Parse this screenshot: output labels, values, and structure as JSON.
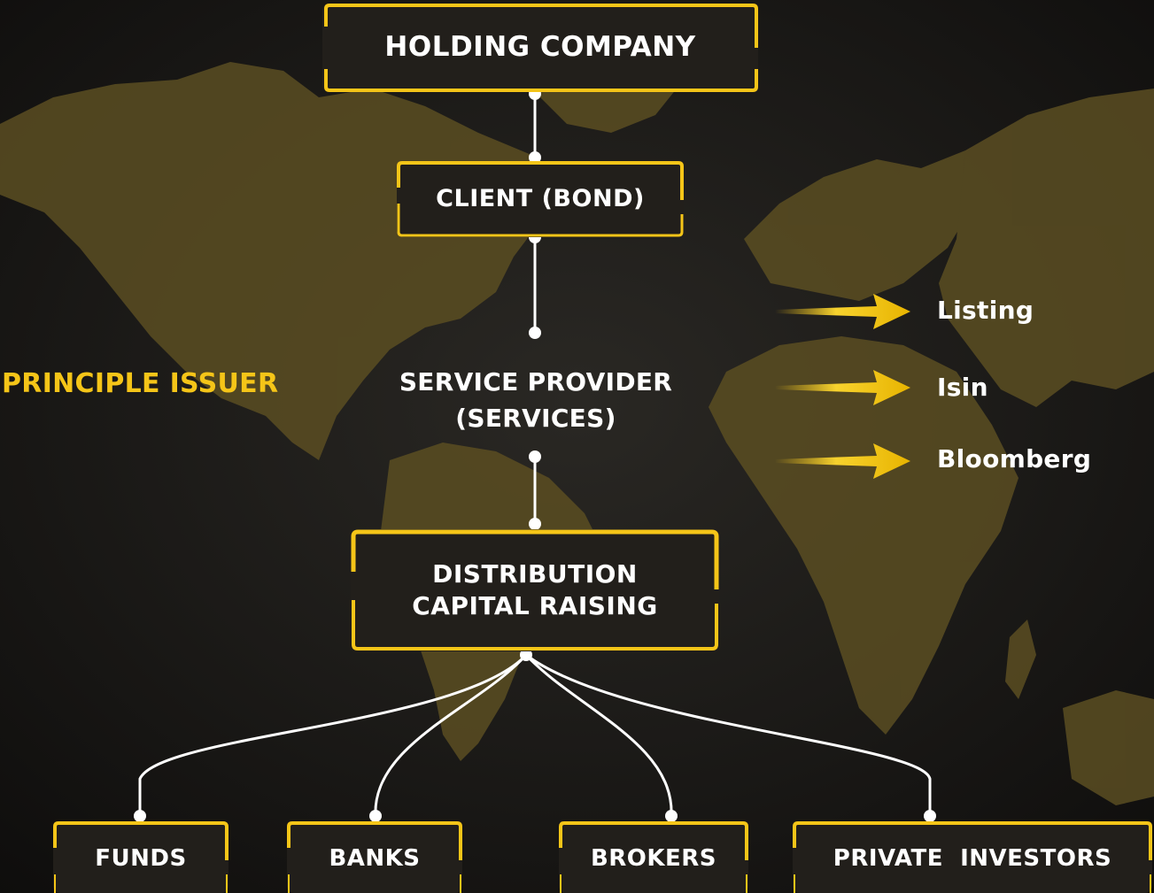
{
  "colors": {
    "background": "#151412",
    "continent": "#5b4e22",
    "accent": "#f5c518",
    "box_fill": "#221f1b",
    "text": "#ffffff",
    "connector": "#ffffff"
  },
  "side_label": "PRINCIPLE ISSUER",
  "nodes": {
    "holding": "HOLDING COMPANY",
    "client": "CLIENT (BOND)",
    "service_line1": "SERVICE PROVIDER",
    "service_line2": "(SERVICES)",
    "distribution_line1": "DISTRIBUTION",
    "distribution_line2": "CAPITAL RAISING"
  },
  "services": [
    "Listing",
    "Isin",
    "Bloomberg"
  ],
  "channels": [
    "FUNDS",
    "BANKS",
    "BROKERS",
    "PRIVATE  INVESTORS"
  ]
}
